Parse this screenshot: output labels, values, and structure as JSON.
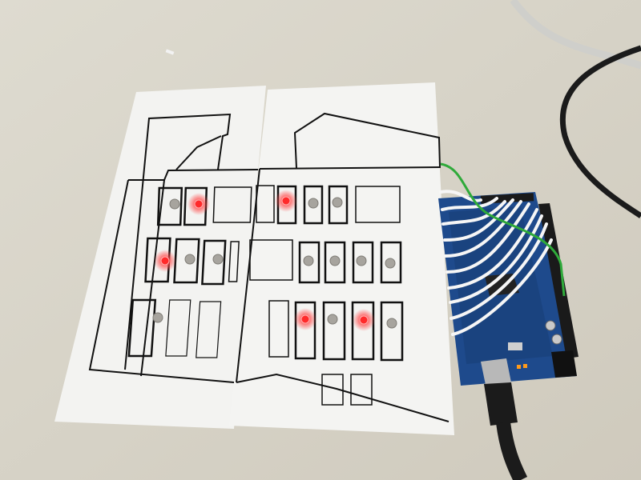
{
  "scene": {
    "description_free": true
  },
  "colors": {
    "desk": "#d8d4c8",
    "desk_shadow": "#c9c4b6",
    "paper": "#f4f4f2",
    "paper_shade": "#e9e9e6",
    "ink": "#111111",
    "led_off": "#a7a49e",
    "led_on": "#ff2a2a",
    "led_glow": "#ff6a6a",
    "board": "#1e4a8c",
    "board_dark": "#153766",
    "header_black": "#1a1a1a",
    "wire_white": "#f6f6f6",
    "wire_green": "#2faa3a",
    "cable_black": "#1b1b1b",
    "cable_grey": "#cfcfcb",
    "usb_metal": "#b8b8b8"
  },
  "leds": {
    "left_sheet": {
      "row1": [
        "off",
        "on"
      ],
      "row2": [
        "on",
        "off",
        "off"
      ],
      "row3": [
        "off"
      ]
    },
    "right_sheet": {
      "row1": [
        "on",
        "off",
        "off"
      ],
      "row2": [
        "off",
        "off",
        "off",
        "off"
      ],
      "row3": [
        "on",
        "off",
        "on",
        "off"
      ]
    }
  }
}
